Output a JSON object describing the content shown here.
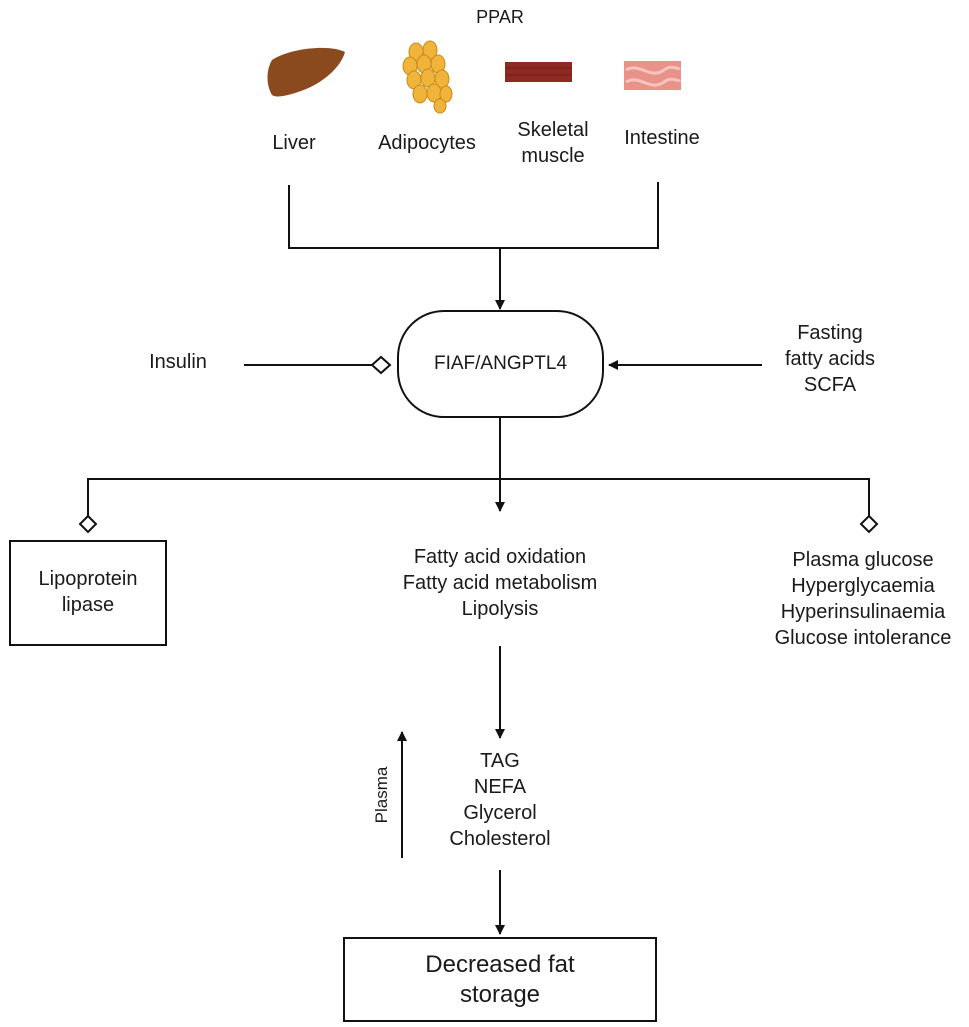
{
  "header": {
    "label": "PPAR"
  },
  "tissues": [
    {
      "name": "Liver",
      "icon": "liver-icon",
      "color": "#8a4a1e"
    },
    {
      "name": "Adipocytes",
      "icon": "adipocytes-icon",
      "color": "#f0b43a"
    },
    {
      "name": "Skeletal muscle",
      "lines": [
        "Skeletal",
        "muscle"
      ],
      "icon": "skeletal-muscle-icon",
      "color": "#8c2a22"
    },
    {
      "name": "Intestine",
      "icon": "intestine-icon",
      "color": "#e9928a"
    }
  ],
  "center": {
    "label": "FIAF/ANGPTL4"
  },
  "regulators": {
    "insulin": "Insulin",
    "fasting": [
      "Fasting",
      "fatty acids",
      "SCFA"
    ]
  },
  "targets": {
    "lipoprotein_lipase": [
      "Lipoprotein",
      "lipase"
    ],
    "oxidation": [
      "Fatty acid oxidation",
      "Fatty acid metabolism",
      "Lipolysis"
    ],
    "glucose": [
      "Plasma glucose",
      "Hyperglycaemia",
      "Hyperinsulinaemia",
      "Glucose intolerance"
    ]
  },
  "plasma": {
    "label": "Plasma",
    "items": [
      "TAG",
      "NEFA",
      "Glycerol",
      "Cholesterol"
    ]
  },
  "outcome": {
    "lines": [
      "Decreased fat",
      "storage"
    ]
  },
  "colors": {
    "line": "#111111",
    "text": "#1a1a1a"
  }
}
